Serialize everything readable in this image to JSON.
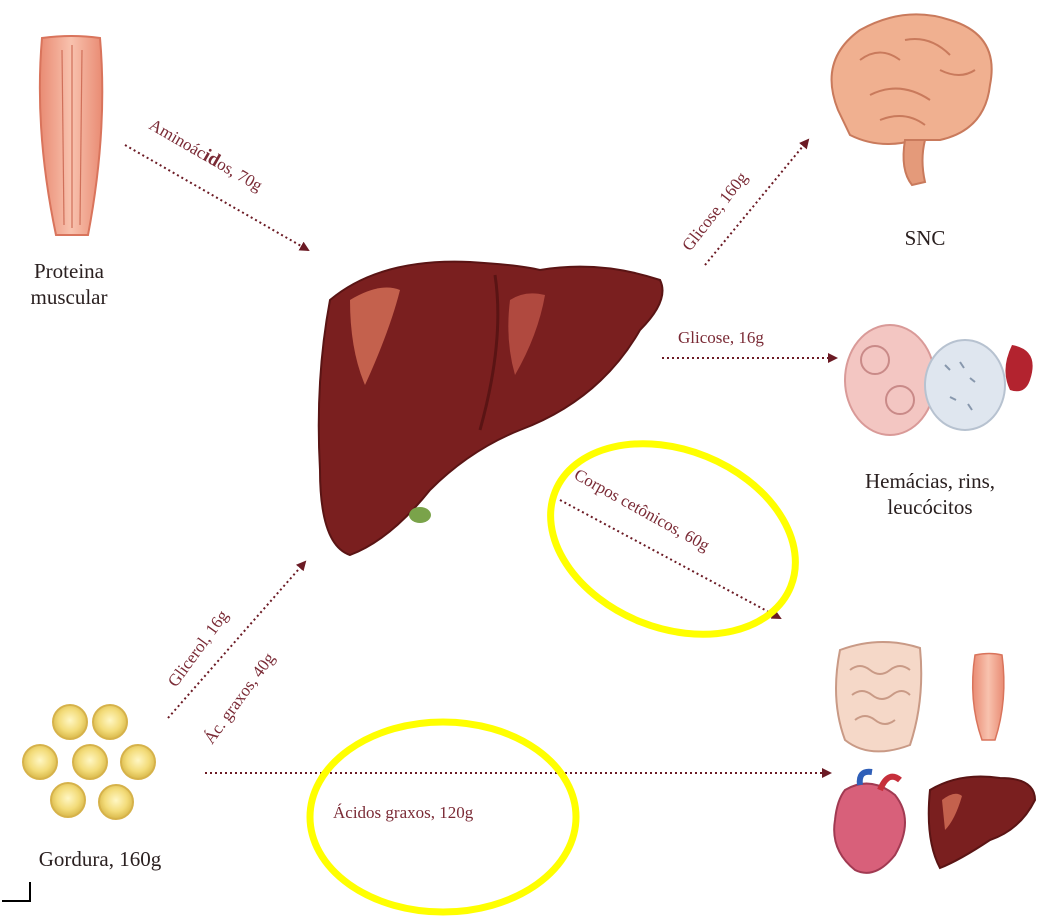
{
  "sources": {
    "muscle_label_line1": "Proteina",
    "muscle_label_line2": "muscular",
    "fat_label": "Gordura, 160g"
  },
  "targets": {
    "cns_label": "SNC",
    "rbc_label_line1": "Hemácias, rins,",
    "rbc_label_line2": "leucócitos"
  },
  "arrows": {
    "amino_prefix": "Aminoác",
    "amino_bold": "id",
    "amino_suffix": "os, 70g",
    "glucose_cns": "Glicose, 160g",
    "glucose_rbc": "Glicose, 16g",
    "ketones": "Corpos cetônicos, 60g",
    "glycerol": "Glicerol, 16g",
    "fatty_acids_liver": "Ác. graxos, 40g",
    "fatty_acids_tissues": "Ácidos graxos, 120g"
  },
  "colors": {
    "arrow": "#6b1a24",
    "liver": "#7a1f1f",
    "highlight": "#ffff00"
  }
}
